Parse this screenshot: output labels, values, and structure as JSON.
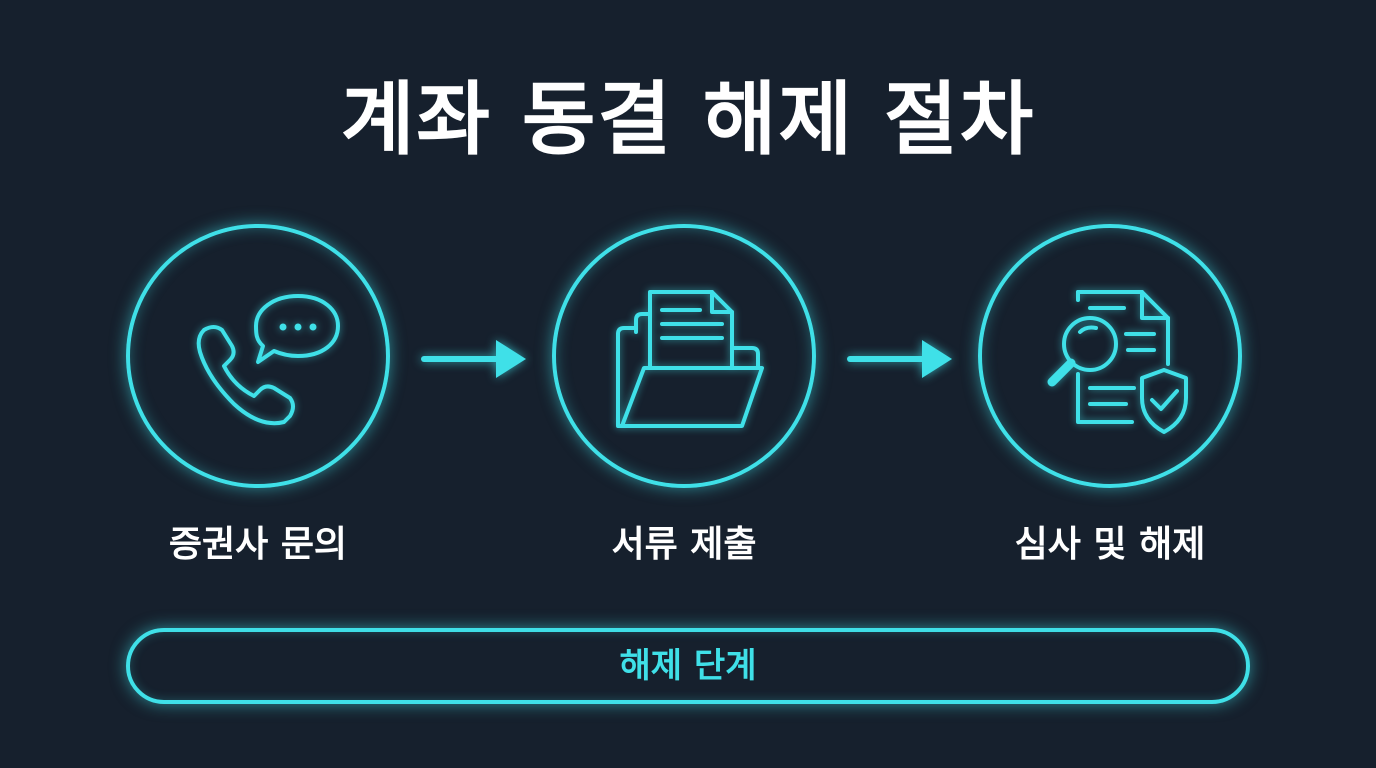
{
  "title": "계좌 동결 해제 절차",
  "steps": [
    {
      "label": "증권사 문의",
      "icon": "phone-chat-icon"
    },
    {
      "label": "서류 제출",
      "icon": "folder-document-icon"
    },
    {
      "label": "심사 및 해제",
      "icon": "document-magnifier-shield-icon"
    }
  ],
  "stage_bar": {
    "label": "해제 단계"
  },
  "colors": {
    "background": "#16202d",
    "accent": "#3fe0e8",
    "text": "#ffffff"
  }
}
